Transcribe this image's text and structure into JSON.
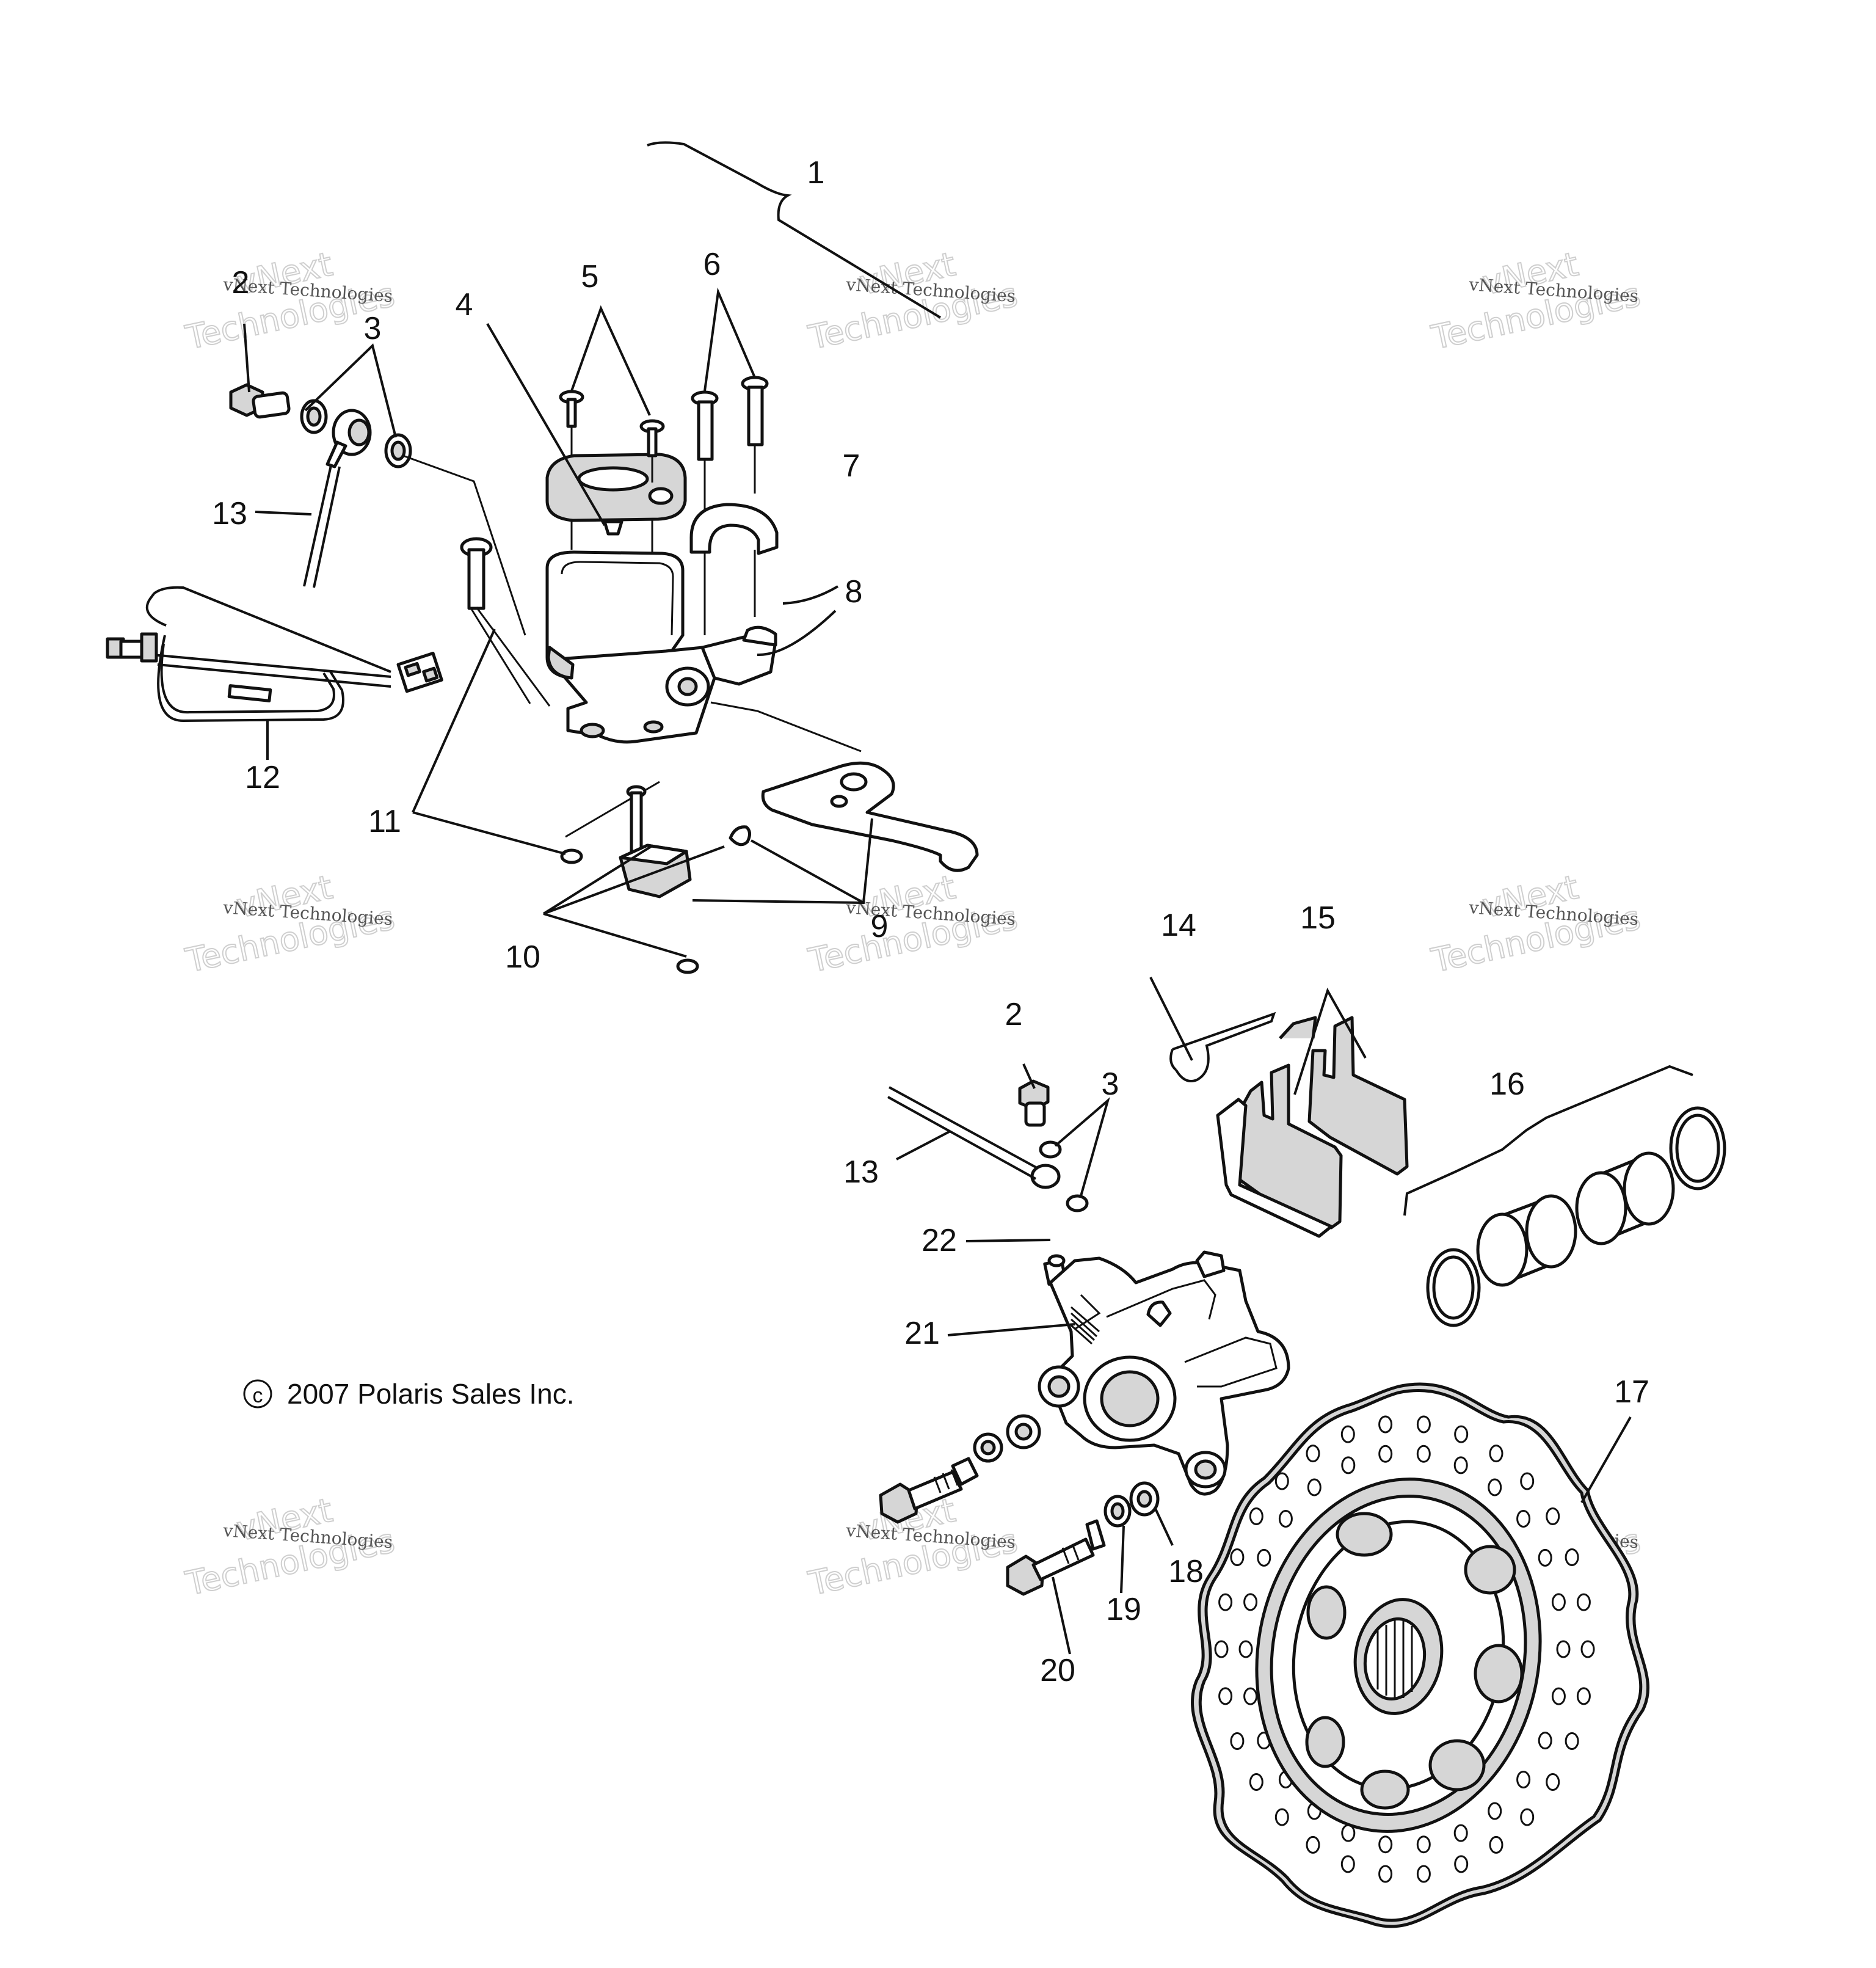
{
  "labels": {
    "l1": "1",
    "l2a": "2",
    "l3a": "3",
    "l4": "4",
    "l5": "5",
    "l6": "6",
    "l7": "7",
    "l8": "8",
    "l9": "9",
    "l10": "10",
    "l11": "11",
    "l12": "12",
    "l13a": "13",
    "l14": "14",
    "l15": "15",
    "l16": "16",
    "l17": "17",
    "l2b": "2",
    "l3b": "3",
    "l13b": "13",
    "l18": "18",
    "l19": "19",
    "l20": "20",
    "l21": "21",
    "l22": "22"
  },
  "copyright": "2007 Polaris Sales Inc.",
  "watermark": {
    "line1": "vNext Technologies",
    "line2": "vNext",
    "line3": "Technologies"
  }
}
